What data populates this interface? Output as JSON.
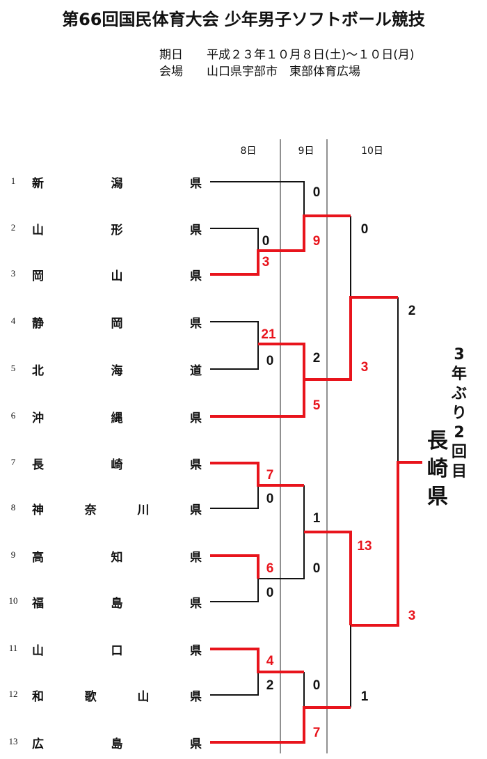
{
  "title": "第66回国民体育大会  少年男子ソフトボール競技",
  "info": {
    "date_label": "期日",
    "date_value": "平成２３年１０月８日(土)～１０日(月)",
    "venue_label": "会場",
    "venue_value": "山口県宇部市　東部体育広場"
  },
  "days": [
    "8日",
    "9日",
    "10日"
  ],
  "teams": [
    {
      "no": "1",
      "chars": [
        "新",
        "潟",
        "県"
      ]
    },
    {
      "no": "2",
      "chars": [
        "山",
        "形",
        "県"
      ]
    },
    {
      "no": "3",
      "chars": [
        "岡",
        "山",
        "県"
      ]
    },
    {
      "no": "4",
      "chars": [
        "静",
        "岡",
        "県"
      ]
    },
    {
      "no": "5",
      "chars": [
        "北",
        "海",
        "道"
      ]
    },
    {
      "no": "6",
      "chars": [
        "沖",
        "縄",
        "県"
      ]
    },
    {
      "no": "7",
      "chars": [
        "長",
        "崎",
        "県"
      ]
    },
    {
      "no": "8",
      "chars": [
        "神",
        "奈",
        "川",
        "県"
      ]
    },
    {
      "no": "9",
      "chars": [
        "高",
        "知",
        "県"
      ]
    },
    {
      "no": "10",
      "chars": [
        "福",
        "島",
        "県"
      ]
    },
    {
      "no": "11",
      "chars": [
        "山",
        "口",
        "県"
      ]
    },
    {
      "no": "12",
      "chars": [
        "和",
        "歌",
        "山",
        "県"
      ]
    },
    {
      "no": "13",
      "chars": [
        "広",
        "島",
        "県"
      ]
    }
  ],
  "scores": [
    {
      "text": "0",
      "winner": false
    },
    {
      "text": "3",
      "winner": true
    },
    {
      "text": "21",
      "winner": true
    },
    {
      "text": "0",
      "winner": false
    },
    {
      "text": "7",
      "winner": true
    },
    {
      "text": "0",
      "winner": false
    },
    {
      "text": "6",
      "winner": true
    },
    {
      "text": "0",
      "winner": false
    },
    {
      "text": "4",
      "winner": true
    },
    {
      "text": "2",
      "winner": false
    },
    {
      "text": "0",
      "winner": false
    },
    {
      "text": "9",
      "winner": true
    },
    {
      "text": "2",
      "winner": false
    },
    {
      "text": "5",
      "winner": true
    },
    {
      "text": "1",
      "winner": false
    },
    {
      "text": "0",
      "winner": false
    },
    {
      "text": "0",
      "winner": false
    },
    {
      "text": "7",
      "winner": true
    },
    {
      "text": "0",
      "winner": false
    },
    {
      "text": "3",
      "winner": true
    },
    {
      "text": "13",
      "winner": true
    },
    {
      "text": "1",
      "winner": false
    },
    {
      "text": "2",
      "winner": false
    },
    {
      "text": "3",
      "winner": true
    }
  ],
  "champion": [
    "長",
    "崎",
    "県"
  ],
  "champion_note": [
    "3",
    "年",
    "ぶ",
    "り",
    "2",
    "回",
    "目"
  ],
  "colors": {
    "winner": "#e8141c",
    "line": "#111111",
    "divider": "#555555"
  }
}
